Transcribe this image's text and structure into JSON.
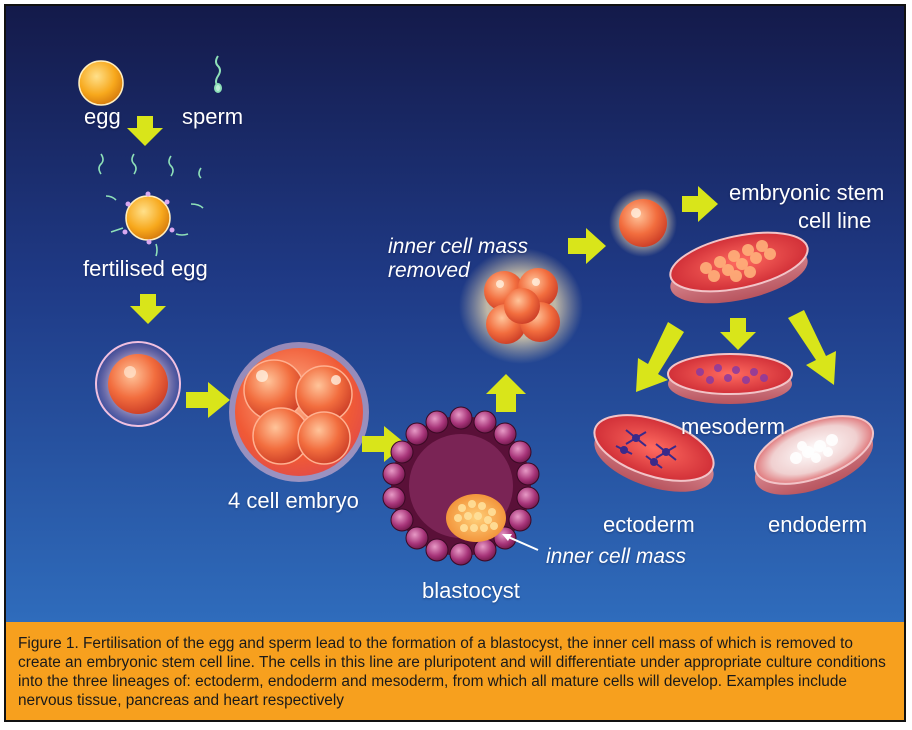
{
  "labels": {
    "egg": "egg",
    "sperm": "sperm",
    "fertilised_egg": "fertilised egg",
    "four_cell_embryo": "4 cell embryo",
    "blastocyst": "blastocyst",
    "inner_cell_mass": "inner cell mass",
    "inner_cell_mass_removed_line1": "inner cell mass",
    "inner_cell_mass_removed_line2": "removed",
    "embryonic_stem_line1": "embryonic stem",
    "embryonic_stem_line2": "cell line",
    "mesoderm": "mesoderm",
    "ectoderm": "ectoderm",
    "endoderm": "endoderm"
  },
  "caption": "Figure 1. Fertilisation of the egg and sperm lead to the formation of a blastocyst, the inner cell mass of which is removed to create an embryonic stem cell line. The cells in this line are pluripotent and will differentiate under appropriate culture conditions into the three lineages of: ectoderm, endoderm and mesoderm, from which all mature cells will develop. Examples include nervous tissue, pancreas and heart respectively",
  "colors": {
    "background_top": "#141a4a",
    "background_bottom": "#2c68b8",
    "caption_bg": "#f7a01e",
    "arrow": "#d9e51a",
    "cell_orange": "#f06a3c",
    "blastocyst_purple": "#9a2a66",
    "dish_red": "#d8343c"
  }
}
